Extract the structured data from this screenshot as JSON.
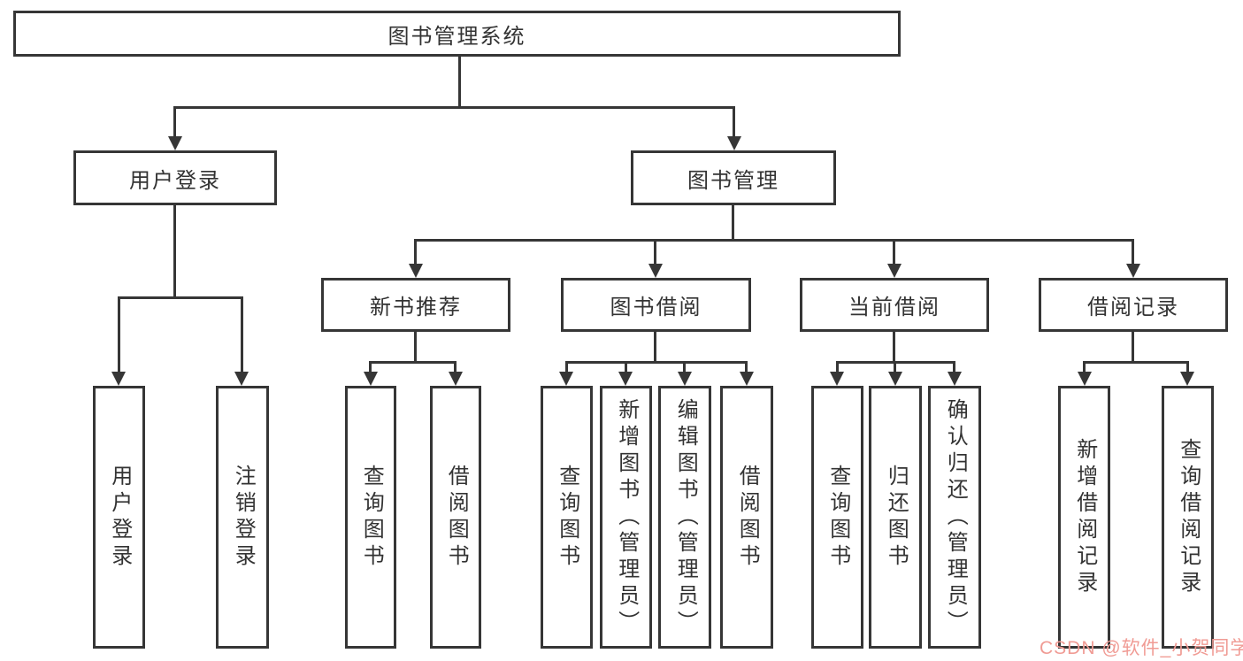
{
  "diagram": {
    "type": "hierarchy-tree",
    "line_color": "#363636",
    "root": {
      "label": "图书管理系统"
    },
    "level2": [
      {
        "label": "用户登录"
      },
      {
        "label": "图书管理"
      }
    ],
    "level3": [
      {
        "label": "新书推荐",
        "parent": "图书管理"
      },
      {
        "label": "图书借阅",
        "parent": "图书管理"
      },
      {
        "label": "当前借阅",
        "parent": "图书管理"
      },
      {
        "label": "借阅记录",
        "parent": "图书管理"
      }
    ],
    "leaves": [
      {
        "label": "用户登录",
        "parent": "用户登录"
      },
      {
        "label": "注销登录",
        "parent": "用户登录"
      },
      {
        "label": "查询图书",
        "parent": "新书推荐"
      },
      {
        "label": "借阅图书",
        "parent": "新书推荐"
      },
      {
        "label": "查询图书",
        "parent": "图书借阅"
      },
      {
        "label": "新增图书（管理员）",
        "parent": "图书借阅"
      },
      {
        "label": "编辑图书（管理员）",
        "parent": "图书借阅"
      },
      {
        "label": "借阅图书",
        "parent": "图书借阅"
      },
      {
        "label": "查询图书",
        "parent": "当前借阅"
      },
      {
        "label": "归还图书",
        "parent": "当前借阅"
      },
      {
        "label": "确认归还（管理员）",
        "parent": "当前借阅"
      },
      {
        "label": "新增借阅记录",
        "parent": "借阅记录"
      },
      {
        "label": "查询借阅记录",
        "parent": "借阅记录"
      }
    ]
  },
  "watermark": {
    "text": "CSDN @软件_小贺同学",
    "color": "#f09b94"
  }
}
